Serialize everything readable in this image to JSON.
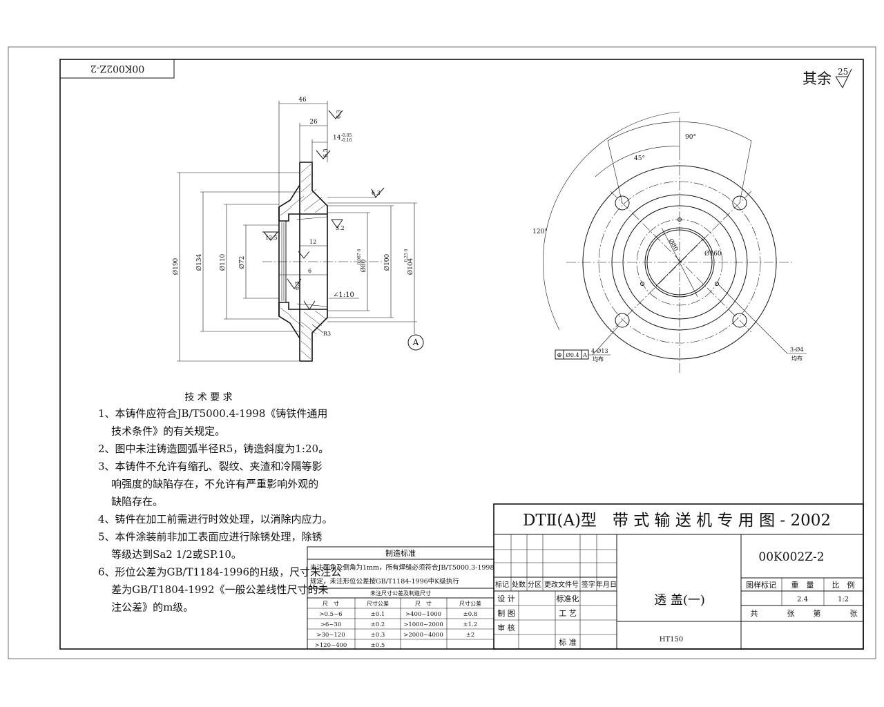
{
  "drawing_number_stamp": "00K002Z-2",
  "roughness_other": {
    "label": "其余",
    "value": "25"
  },
  "section_view": {
    "dims": {
      "d46": "46",
      "d26": "26",
      "d14": "14",
      "d14_tol_upper": "-0.05",
      "d14_tol_lower": "-0.16",
      "r63a": "6.3",
      "r63b": "6.3",
      "r63c": "6.3",
      "r63d": "6.3",
      "r32": "3.2",
      "r125": "12.5",
      "d12": "12",
      "d6": "6",
      "dia190": "Ø190",
      "dia134": "Ø134",
      "dia110": "Ø110",
      "dia72": "Ø72",
      "dia80": "Ø80",
      "dia80_tol": "0.087 0",
      "dia100": "Ø100",
      "dia104": "Ø104",
      "dia104_tol": "0.25 0",
      "taper": "∠1:10",
      "r3": "R3",
      "datum": "A"
    }
  },
  "face_view": {
    "dims": {
      "a90": "90°",
      "a45": "45°",
      "a120": "120°",
      "dia160": "Ø160",
      "dia80": "Ø80",
      "holes_left_count": "4-Ø13",
      "holes_left_note": "均布",
      "holes_right_count": "3-Ø4",
      "holes_right_note": "均布",
      "fcf_symbol": "⊕",
      "fcf_tol": "Ø0.4",
      "fcf_datum": "A"
    }
  },
  "tech_requirements": {
    "title": "技 术 要 求",
    "lines": [
      "1、本铸件应符合JB/T5000.4-1998《铸铁件通用",
      "    技术条件》的有关规定。",
      "2、图中未注铸造圆弧半径R5，铸造斜度为1:20。",
      "3、本铸件不允许有缩孔、裂纹、夹渣和冷隔等影",
      "    响强度的缺陷存在，不允许有严重影响外观的",
      "    缺陷存在。",
      "4、铸件在加工前需进行时效处理，以消除内应力。",
      "5、本件涂装前非加工表面应进行除锈处理，除锈",
      "    等级达到Sa2 1/2或SP.10。",
      "6、形位公差为GB/T1184-1996的H级，尺寸未注公",
      "    差为GB/T1804-1992《一般公差线性尺寸的未",
      "    注公差》的m级。"
    ]
  },
  "mfg_table": {
    "title": "制造标准",
    "note1": "未注圆角及倒角为1mm，所有焊缝必须符合JB/T5000.3-1998",
    "note2": "规定，未注形位公差按GB/T1184-1996中K级执行",
    "subtitle": "未注尺寸公差及制造尺寸",
    "headers": [
      "尺　寸",
      "尺寸公差",
      "尺　寸",
      "尺寸公差"
    ],
    "rows": [
      [
        ">0.5~6",
        "±0.1",
        ">400~1000",
        "±0.8"
      ],
      [
        ">6~30",
        "±0.2",
        ">1000~2000",
        "±1.2"
      ],
      [
        ">30~120",
        "±0.3",
        ">2000~4000",
        "±2"
      ],
      [
        ">120~400",
        "±0.5",
        "",
        ""
      ]
    ]
  },
  "title_block": {
    "project": "DTⅡ(A)型　带 式 输 送 机 专 用 图 - 2002",
    "drawing_no": "00K002Z-2",
    "part_name": "透 盖(一)",
    "material": "HT150",
    "rev_headers": [
      "标记",
      "处数",
      "分区",
      "更改文件号",
      "签字",
      "年月日"
    ],
    "sign_rows": [
      {
        "left": "设  计",
        "right": "标准化"
      },
      {
        "left": "制  图",
        "right": "工  艺"
      },
      {
        "left": "审  核",
        "right": ""
      },
      {
        "left": "",
        "right": "标  准"
      }
    ],
    "info_headers": [
      "图样标记",
      "重　量",
      "比　例"
    ],
    "weight": "2.4",
    "scale": "1:2",
    "sheet_labels": [
      "共",
      "张",
      "第",
      "张"
    ]
  }
}
